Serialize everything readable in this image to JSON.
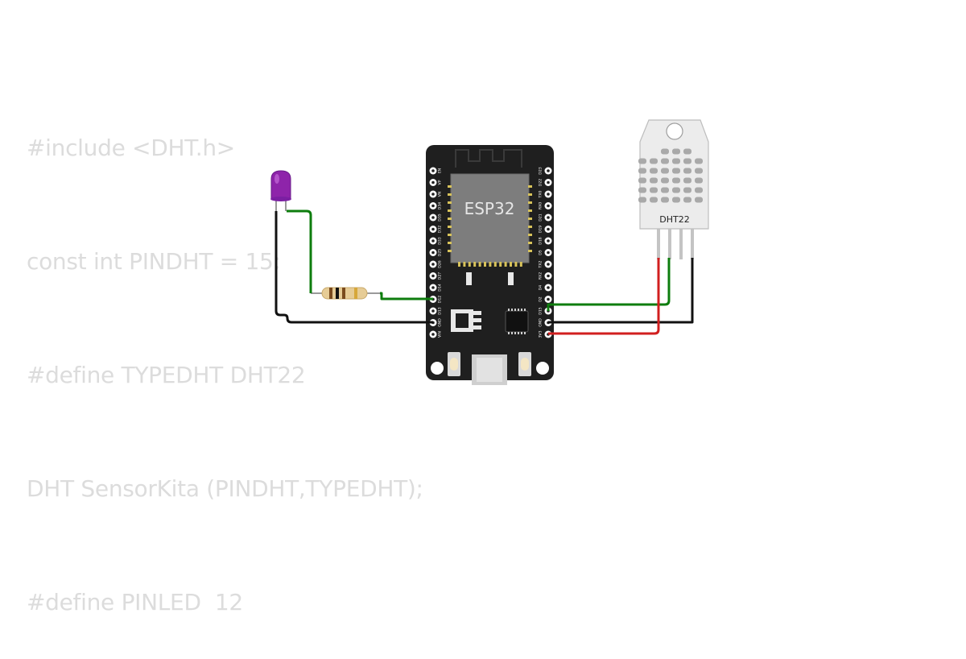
{
  "code_lines": [
    "#include <DHT.h>",
    "const int PINDHT = 15;",
    "#define TYPEDHT DHT22",
    "DHT SensorKita (PINDHT,TYPEDHT);",
    "#define PINLED  12"
  ],
  "board": {
    "name": "ESP32",
    "pins_left": [
      "EN",
      "VP",
      "VN",
      "D34",
      "D35",
      "D32",
      "D33",
      "D25",
      "D26",
      "D27",
      "D14",
      "D12",
      "D13",
      "GND",
      "VIN"
    ],
    "pins_right": [
      "D23",
      "D22",
      "TX0",
      "RX0",
      "D21",
      "D19",
      "D18",
      "D5",
      "TX2",
      "RX2",
      "D4",
      "D2",
      "D15",
      "GND",
      "3V3"
    ]
  },
  "sensor": {
    "label": "DHT22"
  },
  "colors": {
    "wire_green": "#0e7d0e",
    "wire_black": "#111111",
    "wire_red": "#d11f1f",
    "board": "#1f1f1f",
    "chip": "#7d7d7d",
    "led": "#8e24aa",
    "code_text": "#dcdcdc"
  }
}
